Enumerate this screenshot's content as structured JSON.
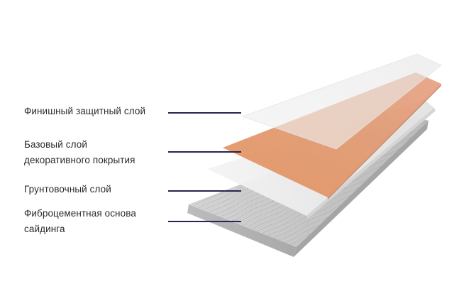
{
  "layers": [
    {
      "id": "finish",
      "lines": [
        "Финишный защитный слой"
      ]
    },
    {
      "id": "base",
      "lines": [
        "Базовый слой",
        "декоративного покрытия"
      ]
    },
    {
      "id": "primer",
      "lines": [
        "Грунтовочный слой"
      ]
    },
    {
      "id": "fiber",
      "lines": [
        "Фиброцементная основа",
        "сайдинга"
      ]
    }
  ],
  "colors": {
    "leader_line": "#2c2350",
    "label_text": "#2a2a2a",
    "finish_layer": "#ececec",
    "base_layer": "#e0875a",
    "primer_layer": "#e9e9e9",
    "fiber_layer": "#c9c9c9"
  }
}
